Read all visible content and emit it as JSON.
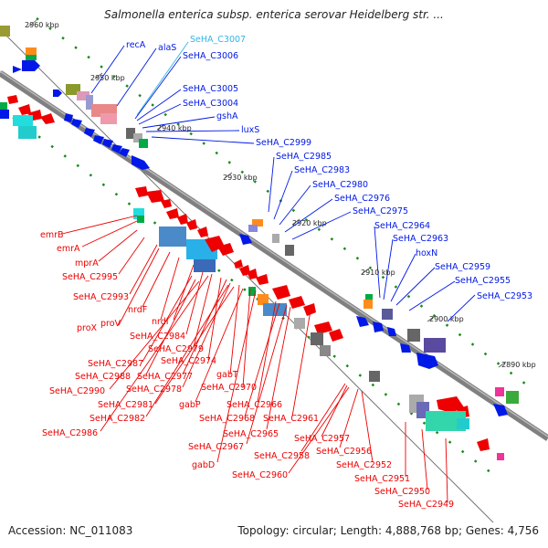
{
  "title": "Salmonella enterica subsp. enterica serovar Heidelberg str. ...",
  "footer": {
    "accession": "Accession: NC_011083",
    "summary": "Topology: circular; Length: 4,888,768 bp; Genes: 4,756"
  },
  "ticks": [
    "2960 kbp",
    "2950 kbp",
    "2940 kbp",
    "2930 kbp",
    "2920 kbp",
    "2910 kbp",
    "2900 kbp",
    "2890 kbp"
  ],
  "labels_blue": [
    "recA",
    "alaS",
    "SeHA_C3007",
    "SeHA_C3006",
    "SeHA_C3005",
    "SeHA_C3004",
    "gshA",
    "luxS",
    "SeHA_C2999",
    "SeHA_C2985",
    "SeHA_C2983",
    "SeHA_C2980",
    "SeHA_C2976",
    "SeHA_C2975",
    "SeHA_C2964",
    "SeHA_C2963",
    "hoxN",
    "SeHA_C2959",
    "SeHA_C2955",
    "SeHA_C2953"
  ],
  "labels_red": [
    "emrB",
    "emrA",
    "mprA",
    "SeHA_C2995",
    "SeHA_C2993",
    "nrdF",
    "proX",
    "proV",
    "nrdI",
    "SeHA_C2984",
    "SeHA_C2979",
    "SeHA_C2974",
    "SeHA_C2987",
    "SeHA_C2988",
    "SeHA_C2977",
    "SeHA_C2990",
    "SeHA_C2978",
    "gabT",
    "SeHA_C2970",
    "gabP",
    "SeHA_C2981",
    "SeHA_C2966",
    "SeHA_C2982",
    "SeHA_C2968",
    "SeHA_C2961",
    "SeHA_C2965",
    "SeHA_C2986",
    "SeHA_C2967",
    "SeHA_C2957",
    "SeHA_C2958",
    "SeHA_C2956",
    "gabD",
    "SeHA_C2960",
    "SeHA_C2952",
    "SeHA_C2951",
    "SeHA_C2950",
    "SeHA_C2949"
  ],
  "colors": {
    "backbone": "#8a8a8a",
    "forward_gene": "#0018e8",
    "reverse_gene": "#ee0000",
    "tick_dots": "#1a8a1a",
    "highlight_label": "#33b5e6"
  }
}
